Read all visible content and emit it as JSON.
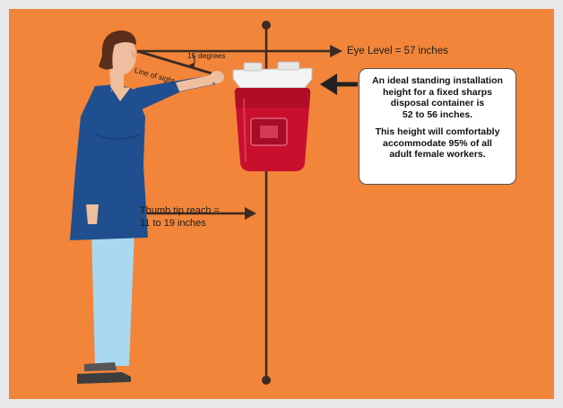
{
  "labels": {
    "eye_level": "Eye Level = 57 inches",
    "angle": "15 degrees",
    "line_of_sight": "Line of sight",
    "thumb_reach": "Thumb tip reach =\n11 to 19 inches"
  },
  "callout": {
    "paragraph_1": "An ideal standing installation\nheight for a fixed sharps\ndisposal container is\n52 to 56 inches.",
    "paragraph_2": "This height will comfortably\naccommodate 95% of all\nadult female workers."
  },
  "colors": {
    "background": "#f2853a",
    "pole": "#3d2a22",
    "container": "#c8102e",
    "lid": "#f4f4f4",
    "shirt": "#1f4f8f",
    "pants": "#a9d8f0",
    "hair": "#5a2e1a"
  }
}
